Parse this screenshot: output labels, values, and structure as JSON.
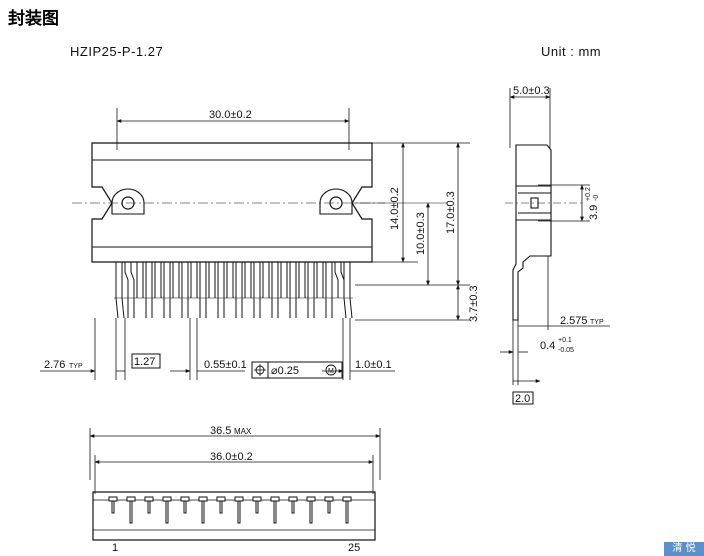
{
  "title": "封装图",
  "package_name": "HZIP25-P-1.27",
  "unit_label": "Unit : mm",
  "dims": {
    "body_width": "30.0±0.2",
    "body_height": "14.0±0.2",
    "hole_height": "10.0±0.3",
    "total_height": "17.0±0.3",
    "lead_length": "3.7±0.3",
    "pitch": "1.27",
    "first_pin": "2.76",
    "typ": "TYP",
    "lead_width": "0.55±0.1",
    "tolerance": "⌀0.25",
    "tol_symbol": "M",
    "lead_tip": "1.0±0.1",
    "side_thickness": "5.0±0.3",
    "side_hole_main": "3.9",
    "side_hole_plus": "+0.2",
    "side_hole_minus": "-0",
    "side_offset": "2.575",
    "lead_thick_main": "0.4",
    "lead_thick_plus": "+0.1",
    "lead_thick_minus": "-0.05",
    "side_pitch": "2.0",
    "max_length": "36.5",
    "max_label": "MAX",
    "bottom_length": "36.0±0.2",
    "pin_first": "1",
    "pin_last": "25"
  },
  "watermark": "清 悦"
}
